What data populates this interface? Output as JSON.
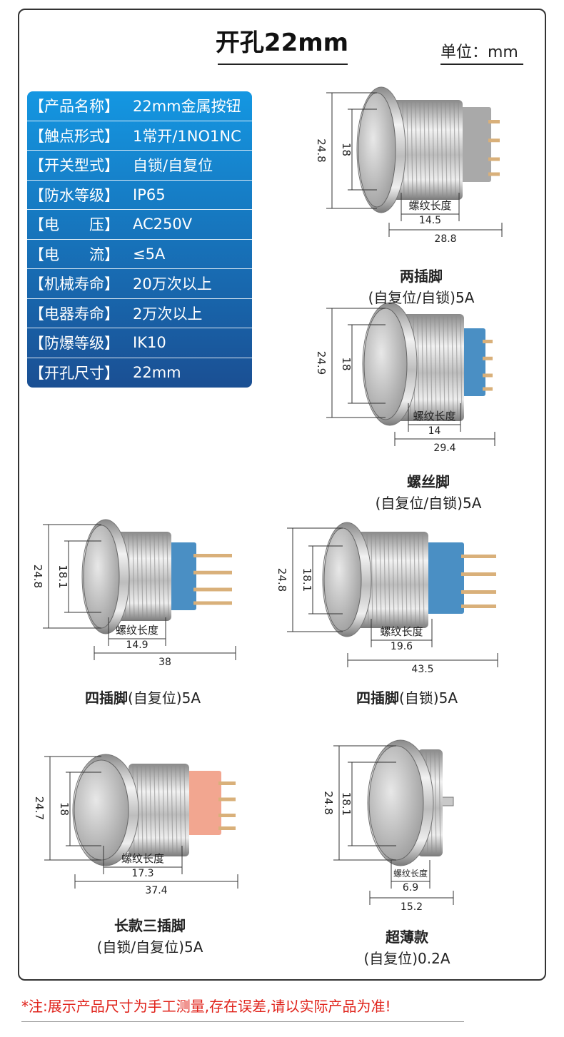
{
  "header": {
    "title": "开孔22mm",
    "unit": "单位：mm"
  },
  "specs": [
    {
      "key": "【产品名称】",
      "value": "22mm金属按钮"
    },
    {
      "key": "【触点形式】",
      "value": "1常开/1NO1NC"
    },
    {
      "key": "【开关型式】",
      "value": "自锁/自复位"
    },
    {
      "key": "【防水等级】",
      "value": "IP65"
    },
    {
      "key": "【电　　压】",
      "value": "AC250V"
    },
    {
      "key": "【电　　流】",
      "value": "≤5A"
    },
    {
      "key": "【机械寿命】",
      "value": "20万次以上"
    },
    {
      "key": "【电器寿命】",
      "value": "2万次以上"
    },
    {
      "key": "【防爆等级】",
      "value": "IK10"
    },
    {
      "key": "【开孔尺寸】",
      "value": "22mm"
    }
  ],
  "products": [
    {
      "name": "两插脚",
      "mode": "(自复位/自锁)5A",
      "outer": "24.8",
      "inner": "18",
      "thread_label": "螺纹长度",
      "thread": "14.5",
      "total": "28.8"
    },
    {
      "name": "螺丝脚",
      "mode": "(自复位/自锁)5A",
      "outer": "24.9",
      "inner": "18",
      "thread_label": "螺纹长度",
      "thread": "14",
      "total": "29.4"
    },
    {
      "name": "四插脚",
      "mode": "(自复位)5A",
      "outer": "24.8",
      "inner": "18.1",
      "thread_label": "螺纹长度",
      "thread": "14.9",
      "total": "38"
    },
    {
      "name": "四插脚",
      "mode": "(自锁)5A",
      "outer": "24.8",
      "inner": "18.1",
      "thread_label": "螺纹长度",
      "thread": "19.6",
      "total": "43.5"
    },
    {
      "name": "长款三插脚",
      "mode": "(自锁/自复位)5A",
      "outer": "24.7",
      "inner": "18",
      "thread_label": "螺纹长度",
      "thread": "17.3",
      "total": "37.4"
    },
    {
      "name": "超薄款",
      "mode": "(自复位)0.2A",
      "outer": "24.8",
      "inner": "18.1",
      "thread_label": "螺纹长度",
      "thread": "6.9",
      "total": "15.2"
    }
  ],
  "footer": {
    "note": "*注:展示产品尺寸为手工测量,存在误差,请以实际产品为准!"
  },
  "colors": {
    "spec_top": "#1497e2",
    "spec_bottom": "#1a4f93",
    "note": "#e0231b",
    "block_blue": "#4a8fc4",
    "block_gray": "#a9a9a9",
    "block_pink": "#f2a690"
  }
}
